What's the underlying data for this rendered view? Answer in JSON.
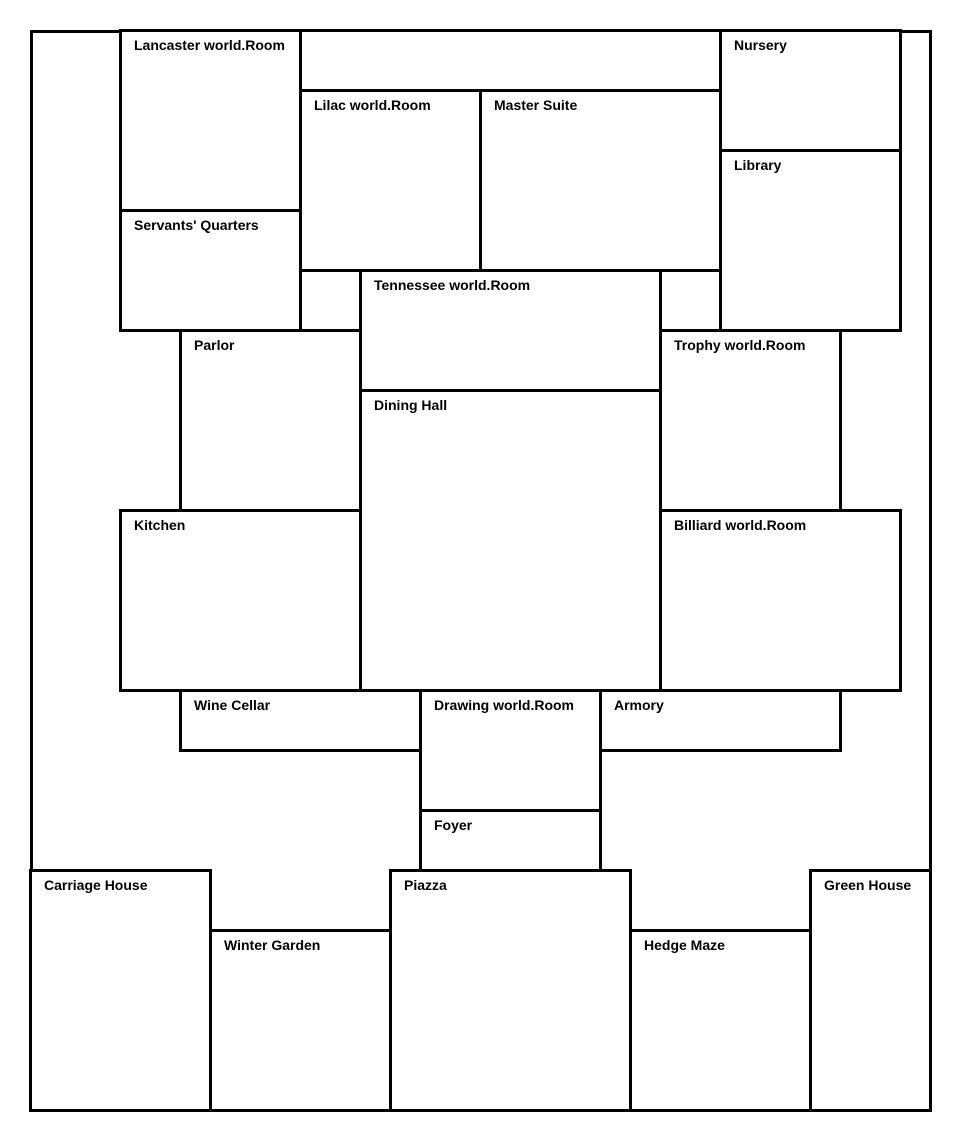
{
  "floor_plan": {
    "rooms": {
      "lancaster": "Lancaster world.Room",
      "nursery": "Nursery",
      "lilac": "Lilac world.Room",
      "master_suite": "Master Suite",
      "library": "Library",
      "servants_quarters": "Servants' Quarters",
      "tennessee": "Tennessee world.Room",
      "parlor": "Parlor",
      "trophy": "Trophy world.Room",
      "dining_hall": "Dining Hall",
      "kitchen": "Kitchen",
      "billiard": "Billiard world.Room",
      "wine_cellar": "Wine Cellar",
      "drawing": "Drawing world.Room",
      "armory": "Armory",
      "foyer": "Foyer",
      "carriage_house": "Carriage House",
      "piazza": "Piazza",
      "green_house": "Green House",
      "winter_garden": "Winter Garden",
      "hedge_maze": "Hedge Maze"
    },
    "colors": {
      "line": "#000000",
      "background": "#ffffff"
    }
  }
}
